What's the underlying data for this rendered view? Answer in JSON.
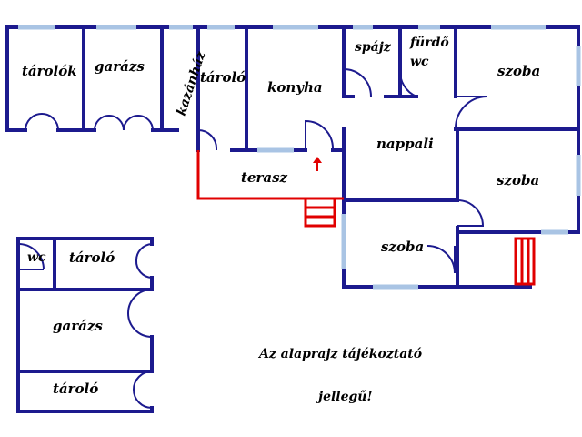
{
  "rooms": {
    "tarolok": "tárolók",
    "garazs_main": "garázs",
    "kazanhaz": "kazánház",
    "taroló_main": "tároló",
    "konyha": "konyha",
    "spajz": "spájz",
    "furdo": "fürdő",
    "wc_main": "wc",
    "szoba_top": "szoba",
    "nappali": "nappali",
    "szoba_right": "szoba",
    "terasz": "terasz",
    "szoba_bottom": "szoba",
    "wc_annex": "wc",
    "taroló_annex_top": "tároló",
    "garazs_annex": "garázs",
    "taroló_annex_bottom": "tároló"
  },
  "note": {
    "line1": "Az alaprajz tájékoztató",
    "line2": "jellegű!"
  },
  "colors": {
    "wall": "#1c1a8e",
    "window": "#a9c4e4",
    "stairs": "#e10000"
  }
}
